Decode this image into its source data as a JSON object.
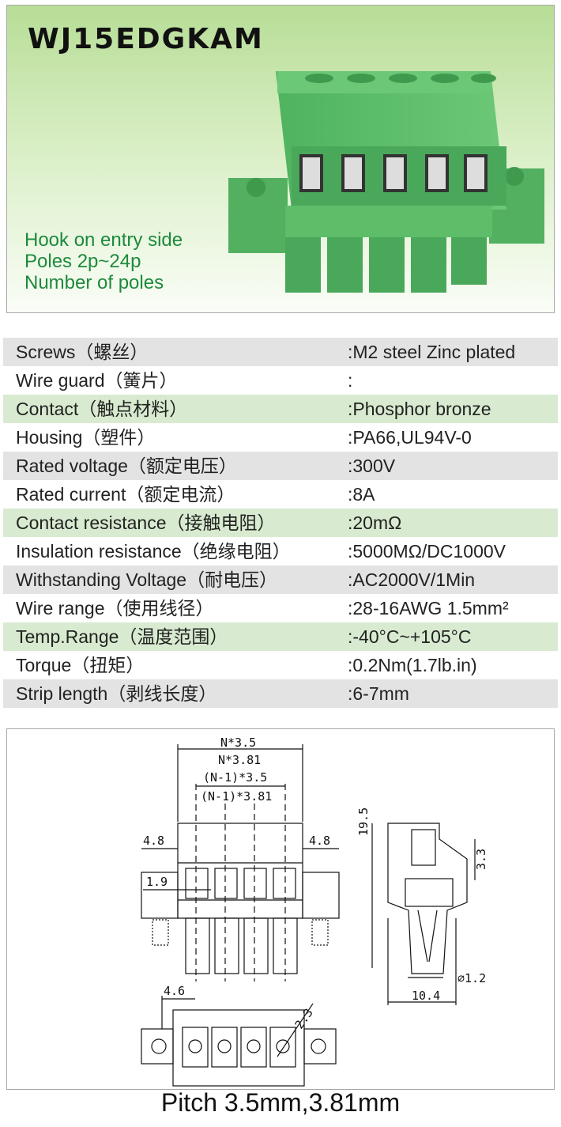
{
  "header": {
    "title": "WJ15EDGKAM",
    "features": [
      "Hook on entry side",
      "Poles  2p~24p",
      "Number of poles"
    ]
  },
  "specs": [
    {
      "label": "Screws（螺丝）",
      "value": ":M2 steel Zinc plated"
    },
    {
      "label": "Wire guard（簧片）",
      "value": ":"
    },
    {
      "label": "Contact（触点材料）",
      "value": ":Phosphor bronze"
    },
    {
      "label": "Housing（塑件）",
      "value": ":PA66,UL94V-0"
    },
    {
      "label": "Rated voltage（额定电压）",
      "value": ":300V"
    },
    {
      "label": "Rated current（额定电流）",
      "value": ":8A"
    },
    {
      "label": "Contact resistance（接触电阻）",
      "value": ":20mΩ"
    },
    {
      "label": "Insulation resistance（绝缘电阻）",
      "value": ":5000MΩ/DC1000V"
    },
    {
      "label": "Withstanding Voltage（耐电压）",
      "value": ":AC2000V/1Min"
    },
    {
      "label": "Wire range（使用线径）",
      "value": ":28-16AWG  1.5mm²"
    },
    {
      "label": "Temp.Range（温度范围）",
      "value": ":-40°C~+105°C"
    },
    {
      "label": "Torque（扭矩）",
      "value": ":0.2Nm(1.7lb.in)"
    },
    {
      "label": "Strip length（剥线长度）",
      "value": ":6-7mm"
    }
  ],
  "drawing": {
    "dims": {
      "n35": "N*3.5",
      "n381": "N*3.81",
      "n1_35": "(N-1)*3.5",
      "n1_381": "(N-1)*3.81",
      "left48": "4.8",
      "right48": "4.8",
      "d19": "1.9",
      "h195": "19.5",
      "d33": "3.3",
      "dia12": "∅1.2",
      "w104": "10.4",
      "d46": "4.6",
      "d23": "2.3"
    },
    "pitch": "Pitch 3.5mm,3.81mm"
  },
  "colors": {
    "brand_green": "#1c8a3c",
    "part_green": "#5cbf6a",
    "row_gray": "#e3e3e3",
    "row_green": "#d8ebd0"
  }
}
